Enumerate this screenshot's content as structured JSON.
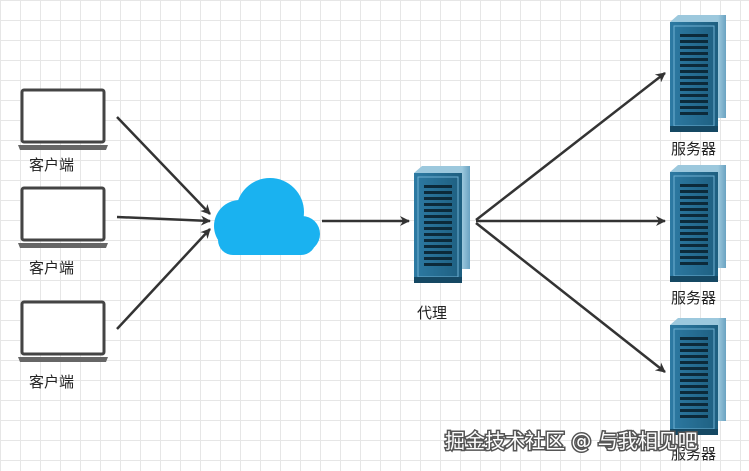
{
  "nodes": {
    "clients": [
      "客户端",
      "客户端",
      "客户端"
    ],
    "proxy": "代理",
    "servers": [
      "服务器",
      "服务器",
      "服务器"
    ]
  },
  "watermark": "掘金技术社区 @ 与我相见吧",
  "colors": {
    "arrow": "#333333",
    "cloud": "#1ab2f0",
    "server_dark": "#1e5f80",
    "server_light": "#7fb3cf",
    "laptop": "#444444"
  }
}
